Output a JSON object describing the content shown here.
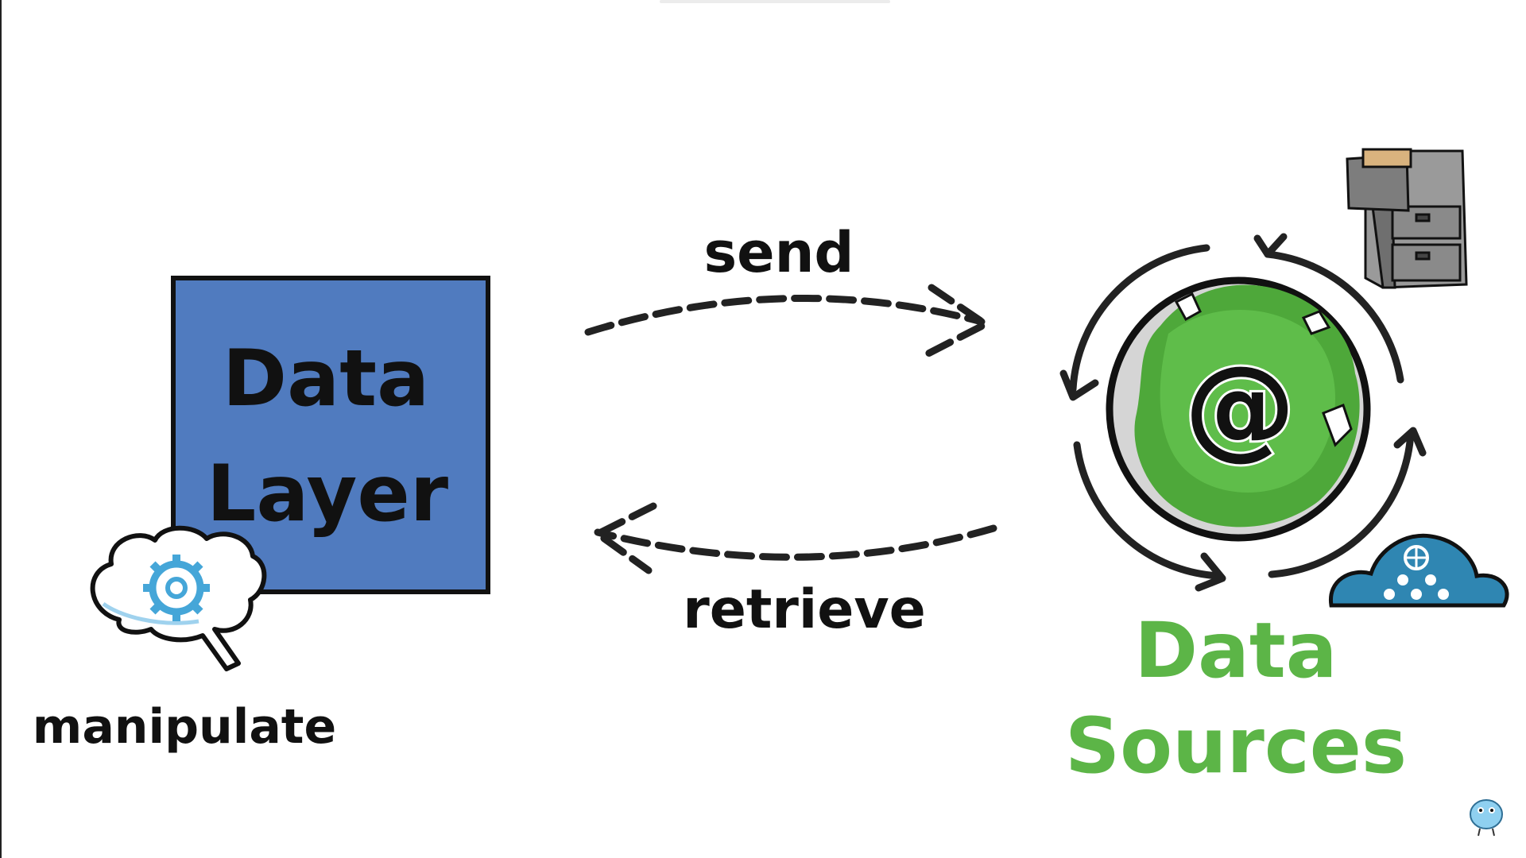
{
  "diagram": {
    "box_title_line1": "Data",
    "box_title_line2": "Layer",
    "send_label": "send",
    "retrieve_label": "retrieve",
    "manipulate_label": "manipulate",
    "sources_line1": "Data",
    "sources_line2": "Sources",
    "center_symbol": "@"
  },
  "colors": {
    "box_fill": "#507bbf",
    "sources_green": "#5cb547",
    "globe_green": "#4ea83a",
    "gear_blue": "#45a6d8",
    "cloud_blue": "#2f86b2",
    "ink": "#1b1b1b"
  },
  "icons": [
    "brain-gear-icon",
    "globe-at-icon",
    "cycle-arrows-icon",
    "filing-cabinet-icon",
    "cloud-network-icon",
    "mascot-icon"
  ]
}
